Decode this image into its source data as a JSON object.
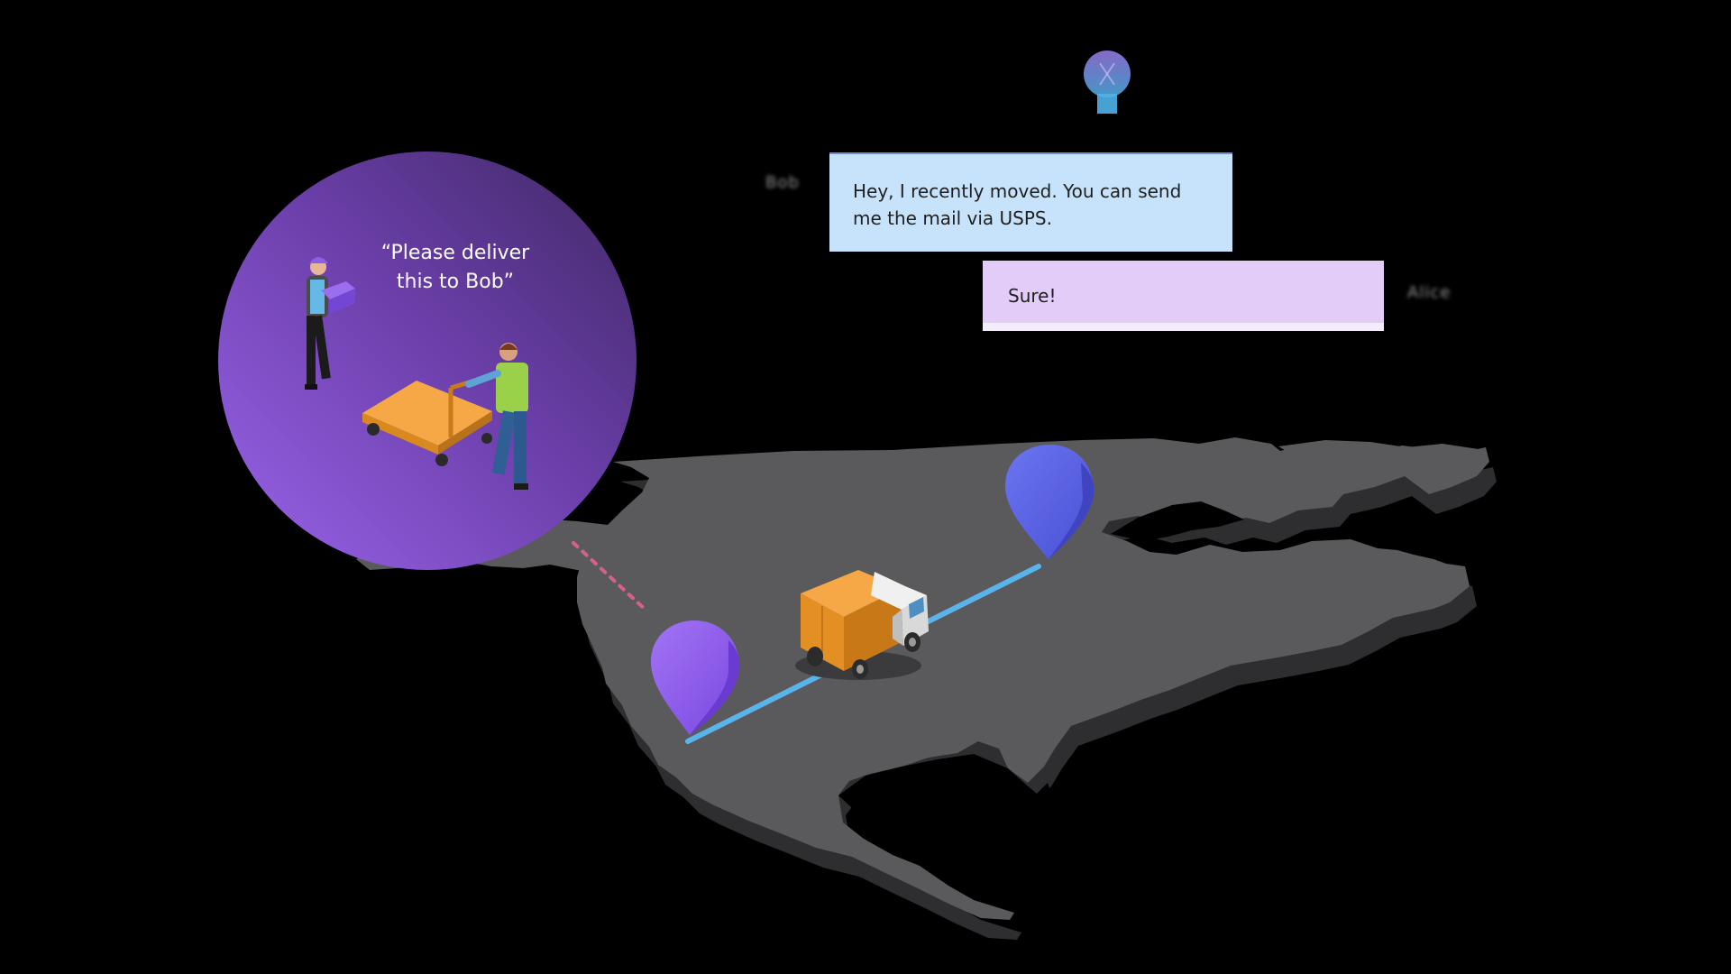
{
  "colors": {
    "background": "#000000",
    "map_top": "#5a5a5c",
    "map_side": "#2e2e30",
    "bob_bubble": "#c7e3fb",
    "alice_bubble": "#e3ccf8",
    "route": "#5ab4ec",
    "pin_origin": "#8d5cf0",
    "pin_destination": "#5a63e6",
    "truck_box": "#f0a038",
    "circle_gradient_start": "#9a64ea",
    "circle_gradient_end": "#3f2863"
  },
  "icons": {
    "top": "lightbulb-icon",
    "origin": "location-pin-icon",
    "destination": "location-pin-icon",
    "vehicle": "delivery-truck-icon"
  },
  "scene": {
    "quote": "“Please deliver this to Bob”"
  },
  "chat": {
    "messages": [
      {
        "speaker": "Bob",
        "text": "Hey, I recently moved. You can send me the mail via USPS."
      },
      {
        "speaker": "Alice",
        "text": "Sure!"
      }
    ]
  }
}
